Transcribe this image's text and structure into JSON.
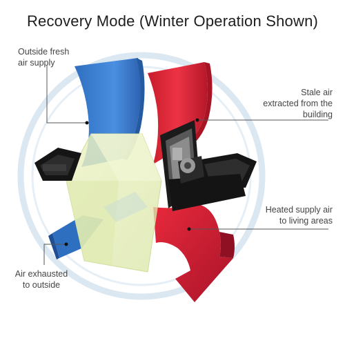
{
  "title": "Recovery Mode (Winter Operation Shown)",
  "labels": {
    "outside_fresh_air": "Outside fresh\nair supply",
    "stale_air": "Stale air\nextracted from the\nbuilding",
    "heated_supply": "Heated supply air\nto living areas",
    "exhausted_air": "Air exhausted\nto outside"
  },
  "colors": {
    "fresh_air": "#3b7fd1",
    "stale_air": "#e0283a",
    "exchanger_core": "#e6edb9",
    "ring": "#dbe7f1",
    "unit_body": "#1b1b1b"
  }
}
